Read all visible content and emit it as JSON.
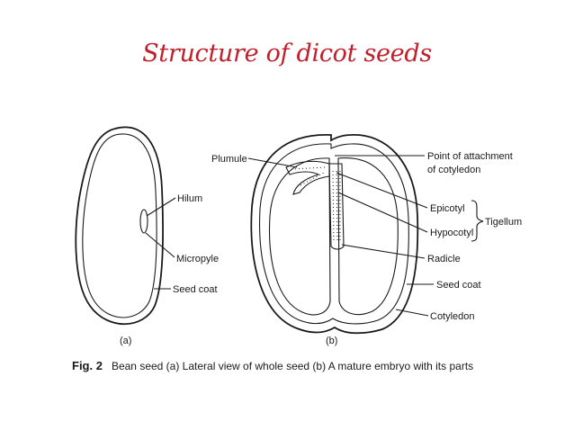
{
  "title": "Structure of dicot seeds",
  "figure_a": {
    "labels": {
      "hilum": "Hilum",
      "micropyle": "Micropyle",
      "seed_coat": "Seed coat"
    },
    "sublabel": "(a)"
  },
  "figure_b": {
    "labels": {
      "plumule": "Plumule",
      "attachment_line1": "Point of attachment",
      "attachment_line2": "of cotyledon",
      "epicotyl": "Epicotyl",
      "tigellum": "Tigellum",
      "hypocotyl": "Hypocotyl",
      "radicle": "Radicle",
      "seed_coat": "Seed coat",
      "cotyledon": "Cotyledon"
    },
    "sublabel": "(b)"
  },
  "caption": {
    "prefix": "Fig. 2",
    "text": "Bean seed (a) Lateral view of whole seed (b) A mature embryo with its parts"
  }
}
